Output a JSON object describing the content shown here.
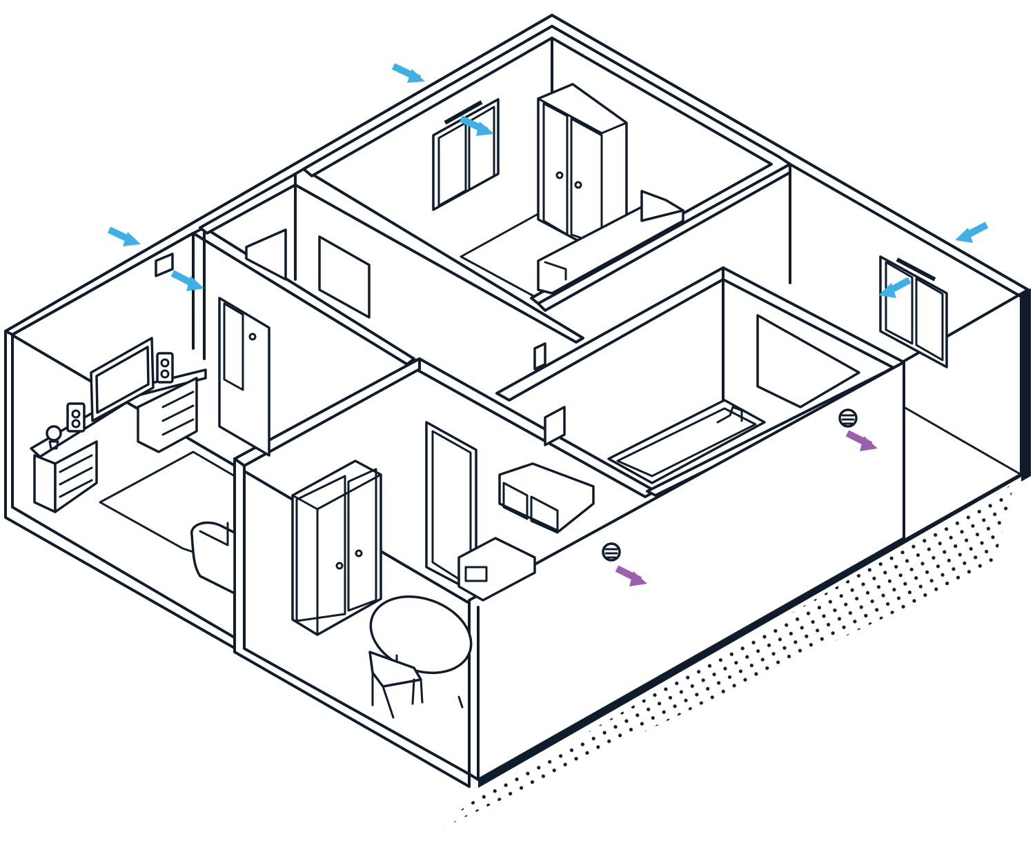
{
  "colors": {
    "line": "#0f1c2b",
    "background": "#ffffff",
    "supply_arrow": "#3fb0e6",
    "extract_arrow": "#9b5fae",
    "shadow_dots": "#0f1c2b"
  },
  "airflow": {
    "supply_arrows": [
      {
        "icon": "supply-air-arrow-icon",
        "location": "outside-top-wall"
      },
      {
        "icon": "supply-air-arrow-icon",
        "location": "bedroom-window-vent"
      },
      {
        "icon": "supply-air-arrow-icon",
        "location": "outside-left-wall"
      },
      {
        "icon": "supply-air-arrow-icon",
        "location": "office-trickle-vent"
      },
      {
        "icon": "supply-air-arrow-icon",
        "location": "outside-right-wall"
      },
      {
        "icon": "supply-air-arrow-icon",
        "location": "living-room-window-vent"
      }
    ],
    "extract_arrows": [
      {
        "icon": "extract-air-arrow-icon",
        "location": "bathroom-extract-vent"
      },
      {
        "icon": "extract-air-arrow-icon",
        "location": "kitchen-extract-vent"
      }
    ]
  }
}
